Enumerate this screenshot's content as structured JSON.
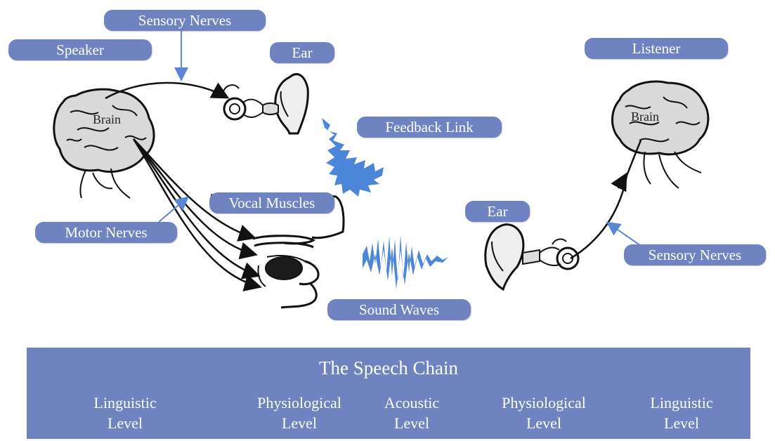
{
  "labels": {
    "speaker": "Speaker",
    "sensory_nerves_top": "Sensory Nerves",
    "ear_left": "Ear",
    "listener": "Listener",
    "feedback_link": "Feedback Link",
    "vocal_muscles": "Vocal Muscles",
    "ear_right": "Ear",
    "motor_nerves": "Motor Nerves",
    "sensory_nerves_right": "Sensory  Nerves",
    "sound_waves": "Sound Waves",
    "brain_left": "Brain",
    "brain_right": "Brain"
  },
  "speech_chain": {
    "title": "The Speech Chain",
    "levels": [
      {
        "line1": "Linguistic",
        "line2": "Level"
      },
      {
        "line1": "Physiological",
        "line2": "Level"
      },
      {
        "line1": "Acoustic",
        "line2": "Level"
      },
      {
        "line1": "Physiological",
        "line2": "Level"
      },
      {
        "line1": "Linguistic",
        "line2": "Level"
      }
    ]
  },
  "colors": {
    "label_fill": "#6e83c0",
    "pointer_arrow": "#5b86d6",
    "wave_fill": "#4b86d8",
    "line_art": "#111111"
  }
}
